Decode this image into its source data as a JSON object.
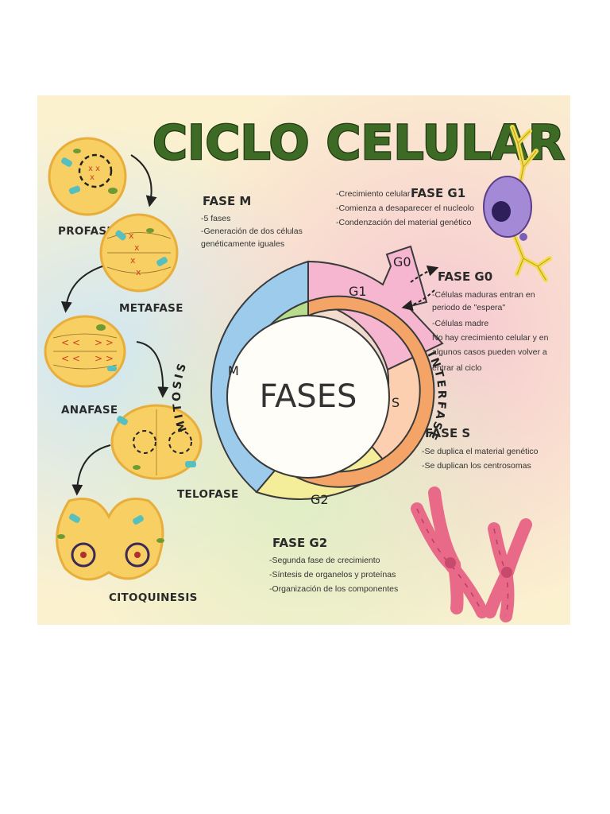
{
  "title": "CICLO CELULAR",
  "center_label": "FASES",
  "ring": {
    "inner_left": "MITOSIS",
    "inner_right": "INTERFASE",
    "segments": {
      "m": "M",
      "g1": "G1",
      "g0": "G0",
      "s": "S",
      "g2": "G2"
    }
  },
  "mitosis_stages": [
    "PROFASE",
    "METAFASE",
    "ANAFASE",
    "TELOFASE",
    "CITOQUINESIS"
  ],
  "phases": {
    "m": {
      "heading": "FASE M",
      "lines": [
        "-5 fases",
        "-Generación de dos células",
        "genéticamente iguales"
      ]
    },
    "g1": {
      "heading": "FASE G1",
      "lines": [
        "-Crecimiento celular",
        "-Comienza a desaparecer el nucleolo",
        "-Condenzación del material  genético"
      ]
    },
    "g0": {
      "heading": "FASE G0",
      "lines": [
        "-Células maduras entran en",
        "periodo de \"espera\"",
        "-Células madre",
        "No hay crecimiento celular y en",
        "algunos casos pueden volver a",
        "entrar al ciclo"
      ]
    },
    "s": {
      "heading": "FASE S",
      "lines": [
        "-Se duplica el material genético",
        "-Se duplican los centrosomas"
      ]
    },
    "g2": {
      "heading": "FASE G2",
      "lines": [
        "-Segunda fase de crecimiento",
        "-Síntesis de organelos y proteínas",
        "-Organización de los componentes"
      ]
    }
  },
  "colors": {
    "m": "#9ccbeb",
    "g1": "#f6b6cf",
    "s": "#fbcfb0",
    "g2": "#f4ee9a",
    "interfase": "#f3a466",
    "mitosis": "#b7dc8c",
    "cell": "#f7cf63",
    "cell_edge": "#e7ae3c",
    "chromosome": "#e86a88",
    "neuron_body": "#a48ad6",
    "neuron_branch": "#f3dc50"
  }
}
